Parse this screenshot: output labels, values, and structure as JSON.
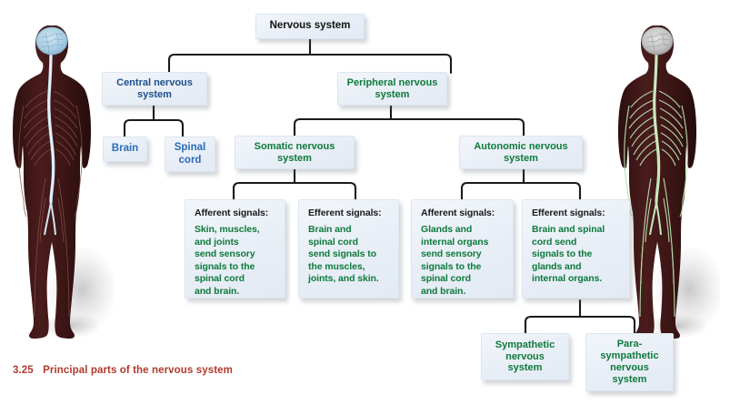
{
  "figure_caption": {
    "number": "3.25",
    "text": "Principal parts of the nervous system"
  },
  "colors": {
    "box_fill": "#eaf0f7",
    "root_text": "#111111",
    "cns_text": "#1d4f8c",
    "leaf_blue_text": "#2a6db5",
    "pns_text": "#0e7a3c",
    "caption_text": "#b03a2e",
    "connector": "#1a1a1a",
    "body_silhouette": "#3b1616",
    "cns_nerve": "#bcd7e8",
    "pns_nerve": "#a8d9a0",
    "brain_cns": "#9fc6de",
    "brain_pns": "#c6c6c6"
  },
  "nodes": {
    "root": {
      "label": "Nervous system"
    },
    "cns": {
      "label": "Central nervous\nsystem"
    },
    "pns": {
      "label": "Peripheral nervous\nsystem"
    },
    "brain": {
      "label": "Brain"
    },
    "spinal_cord": {
      "label": "Spinal\ncord"
    },
    "somatic": {
      "label": "Somatic nervous\nsystem"
    },
    "autonomic": {
      "label": "Autonomic nervous\nsystem"
    },
    "sympathetic": {
      "label": "Sympathetic\nnervous\nsystem"
    },
    "parasympathetic": {
      "label": "Para-\nsympathetic\nnervous\nsystem"
    }
  },
  "details": [
    {
      "heading": "Afferent signals:",
      "body": "Skin, muscles,\nand joints\nsend sensory\nsignals to the\nspinal cord\nand brain."
    },
    {
      "heading": "Efferent signals:",
      "body": "Brain and\nspinal cord\nsend signals to\nthe muscles,\njoints, and skin."
    },
    {
      "heading": "Afferent signals:",
      "body": "Glands and\ninternal organs\nsend sensory\nsignals to the\nspinal cord\nand brain."
    },
    {
      "heading": "Efferent signals:",
      "body": "Brain and spinal\ncord send\nsignals to the\nglands and\ninternal organs."
    }
  ],
  "illustrations": {
    "left": {
      "name": "central-nervous-system-figure"
    },
    "right": {
      "name": "peripheral-nervous-system-figure"
    }
  }
}
